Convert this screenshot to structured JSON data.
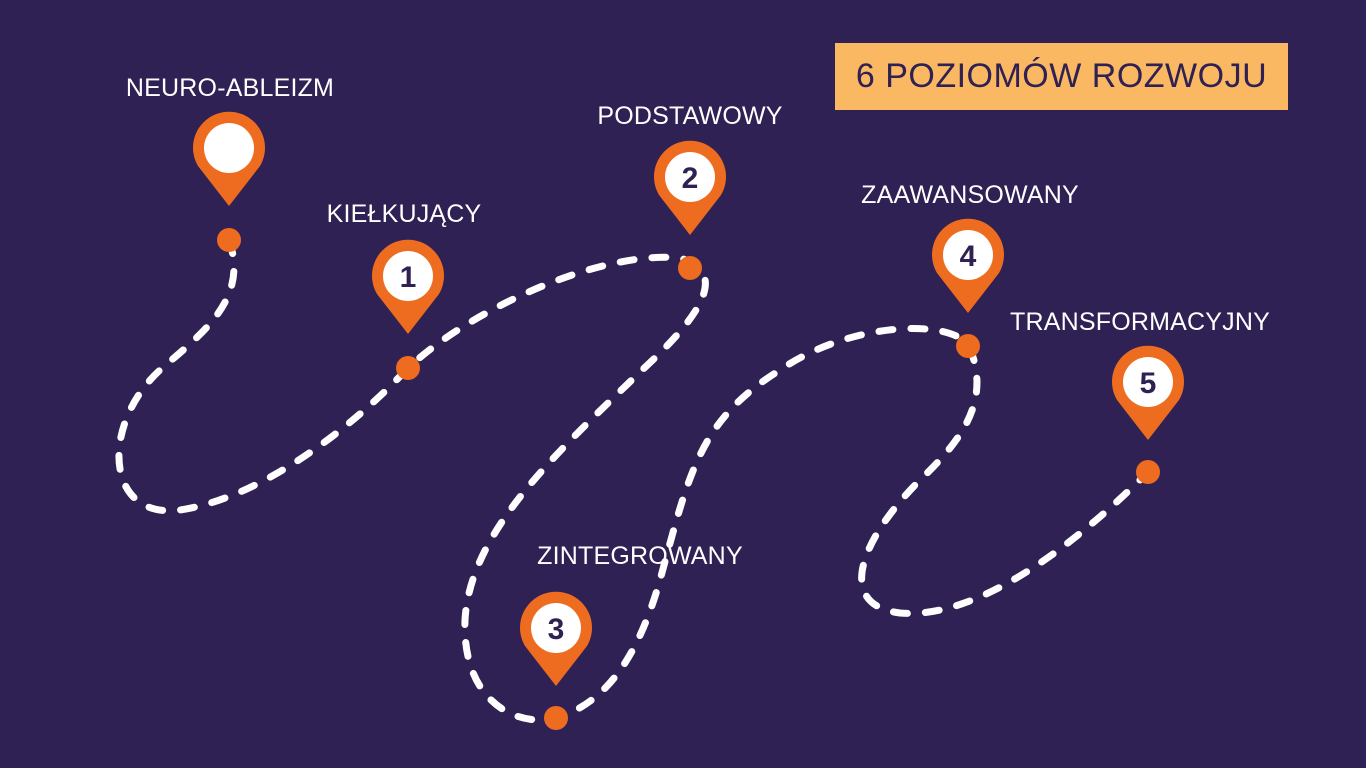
{
  "title": "6 POZIOMÓW ROZWOJU",
  "colors": {
    "background": "#2f2154",
    "accent": "#ee6c1f",
    "title_bg": "#fbb862",
    "path": "#ffffff"
  },
  "levels": [
    {
      "number": "",
      "label": "NEURO-ABLEIZM"
    },
    {
      "number": "1",
      "label": "KIEŁKUJĄCY"
    },
    {
      "number": "2",
      "label": "PODSTAWOWY"
    },
    {
      "number": "3",
      "label": "ZINTEGROWANY"
    },
    {
      "number": "4",
      "label": "ZAAWANSOWANY"
    },
    {
      "number": "5",
      "label": "TRANSFORMACYJNY"
    }
  ]
}
